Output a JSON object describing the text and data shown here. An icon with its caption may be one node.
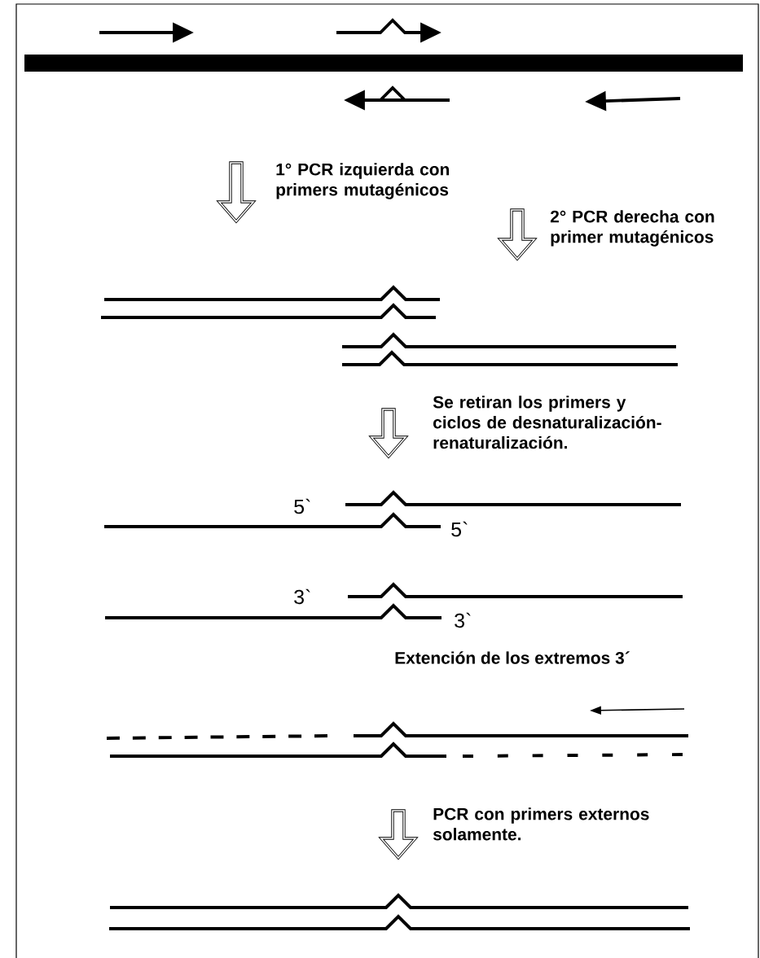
{
  "diagram": {
    "labels": [
      "1° PCR izquierda con primers mutagénicos",
      "2° PCR derecha con primer mutagénicos",
      "Se retiran los primers y ciclos de desnaturalización-renaturalización.",
      "5`",
      "5`",
      "3`",
      "3`",
      "Extención de los extremos 3´",
      "PCR con primers externos solamente."
    ]
  }
}
